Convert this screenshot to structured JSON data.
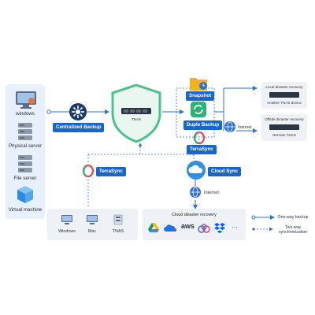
{
  "sources": {
    "windows": "windows",
    "physical_server": "Physical server",
    "file_server": "File server",
    "virtual_machine": "Virtual machine"
  },
  "centralized_backup": "Centralized Backup",
  "tnas_center": "TNAS",
  "snapshot": "Snapshot",
  "duple_backup": "Duple Backup",
  "terrasync_center": "TerraSync",
  "terrasync_left": "TerraSync",
  "internet_right": "Internet",
  "internet_mid": "Internet",
  "cloud_sync": "Cloud Sync",
  "local_dr": {
    "title": "Local disaster recovery",
    "subtitle": "Another TNAS device"
  },
  "offsite_dr": {
    "title": "Offsite disaster recovery",
    "subtitle": "Remote TNAS"
  },
  "clients": {
    "windows": "Windows",
    "mac": "Mac",
    "tnas": "TNAS"
  },
  "cloud_dr": {
    "title": "Cloud disaster recovery",
    "aws": "aws",
    "more": "···"
  },
  "legend": {
    "one_way": "One-way backup",
    "two_way": "Two-way\nsynchronization"
  },
  "colors": {
    "brand_blue": "#1766c9",
    "line_blue": "#2f6fd6",
    "panel_bg": "#e8f1fb",
    "green": "#2db37a"
  }
}
